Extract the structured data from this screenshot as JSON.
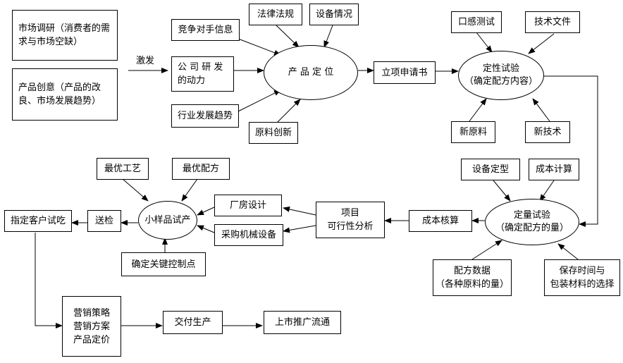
{
  "nodes": {
    "market_research": "市场调研（消费者的需\n求与市场空缺）",
    "product_idea": "产品创意（产品的改\n良、市场发展趋势）",
    "trigger_label": "激发",
    "competitor_info": "竞争对手信息",
    "company_motivation": "公 司 研 发\n的动力",
    "industry_trend": "行业发展趋势",
    "laws": "法律法规",
    "equipment_status": "设备情况",
    "raw_material_innovation": "原料创新",
    "product_positioning": "产 品 定 位",
    "project_application": "立项申请书",
    "qualitative_test": "定性试验\n（确定配方内容）",
    "taste_test": "口感测试",
    "tech_document": "技术文件",
    "new_material": "新原料",
    "new_technology": "新技术",
    "equipment_finalize": "设备定型",
    "cost_calculation": "成本计算",
    "quantitative_test": "定量试验\n（确定配方的量）",
    "formula_data": "配方数据\n（各种原料的量）",
    "shelf_life": "保存时间与\n包装材料的选择",
    "cost_accounting": "成本核算",
    "feasibility": "项目\n可行性分析",
    "plant_design": "厂房设计",
    "machinery_purchase": "采购机械设备",
    "sample_trial": "小样品试产",
    "best_process": "最优工艺",
    "best_formula": "最优配方",
    "key_control": "确定关键控制点",
    "inspection": "送检",
    "client_trial": "指定客户试吃",
    "marketing": "营销策略\n营销方案\n产品定价",
    "delivery": "交付生产",
    "launch": "上市推广流通"
  }
}
